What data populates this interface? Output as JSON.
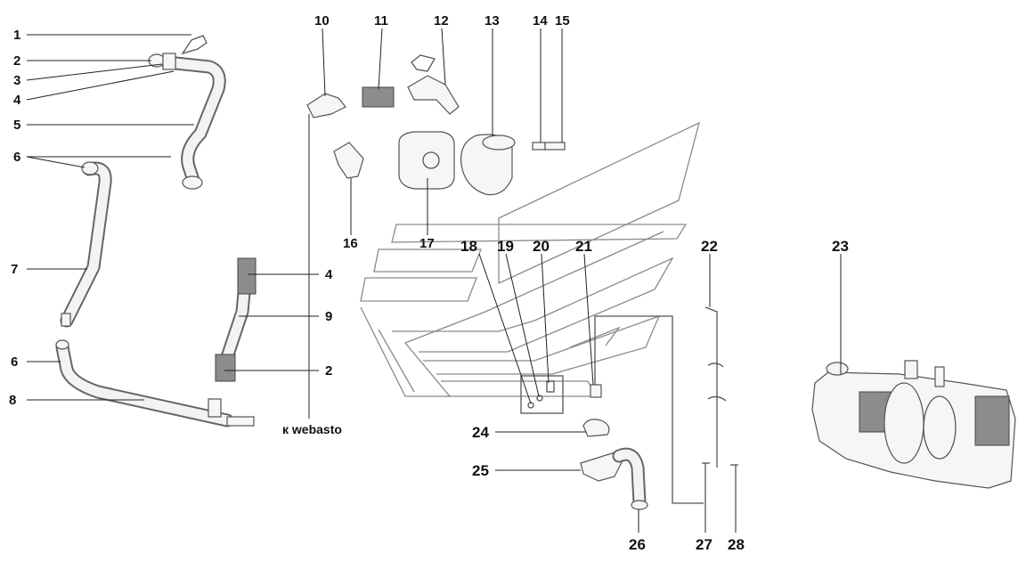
{
  "labels": {
    "n1": "1",
    "n2": "2",
    "n3": "3",
    "n4": "4",
    "n5": "5",
    "n6": "6",
    "n7": "7",
    "n6b": "6",
    "n8": "8",
    "n4b": "4",
    "n9": "9",
    "n2b": "2",
    "n10": "10",
    "n11": "11",
    "n12": "12",
    "n13": "13",
    "n14": "14",
    "n15": "15",
    "n16": "16",
    "n17": "17",
    "n18": "18",
    "n19": "19",
    "n20": "20",
    "n21": "21",
    "n22": "22",
    "n23": "23",
    "n24": "24",
    "n25": "25",
    "n26": "26",
    "n27": "27",
    "n28": "28"
  },
  "notes": {
    "to_webasto": "к webasto"
  },
  "colors": {
    "line": "#222222",
    "part_outline": "#555555",
    "logo_outline": "#8a8a8a",
    "background": "#ffffff"
  }
}
